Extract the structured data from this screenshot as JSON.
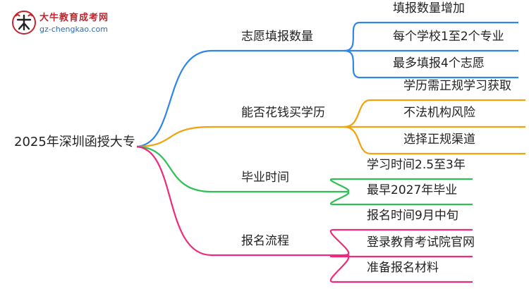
{
  "logo": {
    "name": "大牛教育成考网",
    "site": "gz-chengkao.com"
  },
  "root": "2025年深圳函授大专",
  "branches": [
    {
      "label": "志愿填报数量",
      "color": "#2f86e8",
      "children": [
        "填报数量增加",
        "每个学校1至2个专业",
        "最多填报4个志愿"
      ]
    },
    {
      "label": "能否花钱买学历",
      "color": "#f2a20c",
      "children": [
        "学历需正规学习获取",
        "不法机构风险",
        "选择正规渠道"
      ]
    },
    {
      "label": "毕业时间",
      "color": "#2fbf57",
      "children": [
        "学习时间2.5至3年",
        "最早2027年毕业"
      ]
    },
    {
      "label": "报名流程",
      "color": "#ee2a7b",
      "children": [
        "报名时间9月中旬",
        "登录教育考试院官网",
        "准备报名材料"
      ]
    }
  ]
}
